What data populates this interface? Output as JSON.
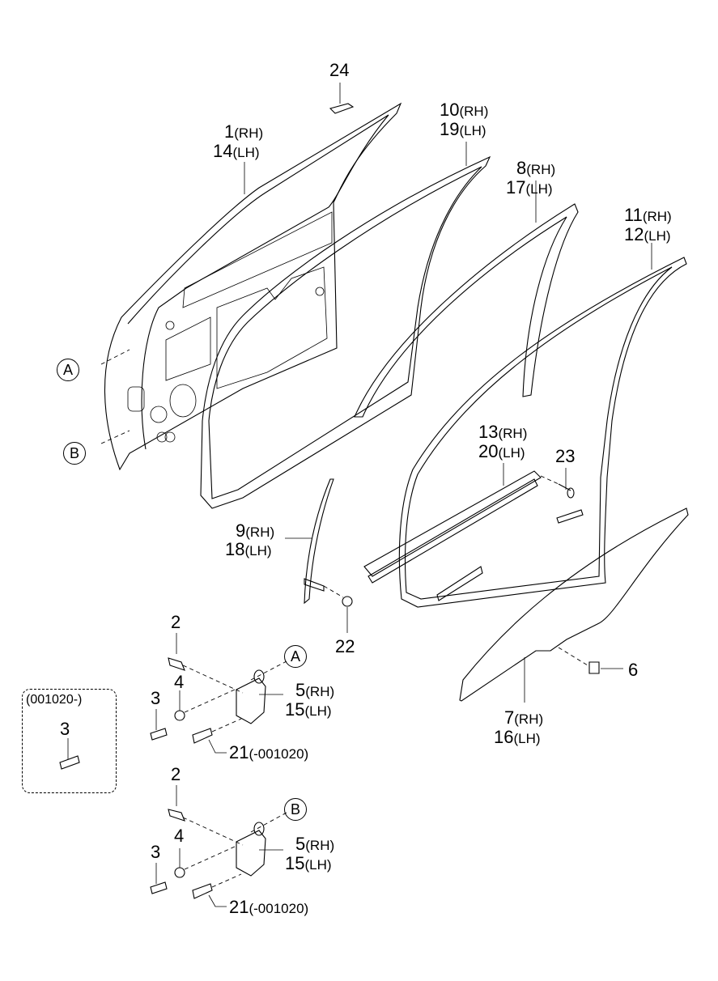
{
  "title": "Front door panel, weatherstrips, glass and hinges parts diagram",
  "callouts": [
    {
      "id": "c24",
      "num": "24",
      "suffix": ""
    },
    {
      "id": "c1",
      "num": "1",
      "suffix": "(RH)"
    },
    {
      "id": "c14",
      "num": "14",
      "suffix": "(LH)"
    },
    {
      "id": "c10",
      "num": "10",
      "suffix": "(RH)"
    },
    {
      "id": "c19",
      "num": "19",
      "suffix": "(LH)"
    },
    {
      "id": "c8",
      "num": "8",
      "suffix": "(RH)"
    },
    {
      "id": "c17",
      "num": "17",
      "suffix": "(LH)"
    },
    {
      "id": "c11",
      "num": "11",
      "suffix": "(RH)"
    },
    {
      "id": "c12",
      "num": "12",
      "suffix": "(LH)"
    },
    {
      "id": "c13",
      "num": "13",
      "suffix": "(RH)"
    },
    {
      "id": "c20",
      "num": "20",
      "suffix": "(LH)"
    },
    {
      "id": "c23",
      "num": "23",
      "suffix": ""
    },
    {
      "id": "c9",
      "num": "9",
      "suffix": "(RH)"
    },
    {
      "id": "c18",
      "num": "18",
      "suffix": "(LH)"
    },
    {
      "id": "c22",
      "num": "22",
      "suffix": ""
    },
    {
      "id": "c6",
      "num": "6",
      "suffix": ""
    },
    {
      "id": "c7",
      "num": "7",
      "suffix": "(RH)"
    },
    {
      "id": "c16",
      "num": "16",
      "suffix": "(LH)"
    },
    {
      "id": "c2a",
      "num": "2",
      "suffix": ""
    },
    {
      "id": "c4a",
      "num": "4",
      "suffix": ""
    },
    {
      "id": "c3a",
      "num": "3",
      "suffix": ""
    },
    {
      "id": "c5a",
      "num": "5",
      "suffix": "(RH)"
    },
    {
      "id": "c15a",
      "num": "15",
      "suffix": "(LH)"
    },
    {
      "id": "c21a",
      "num": "21",
      "suffix": "(-001020)"
    },
    {
      "id": "c2b",
      "num": "2",
      "suffix": ""
    },
    {
      "id": "c4b",
      "num": "4",
      "suffix": ""
    },
    {
      "id": "c3b",
      "num": "3",
      "suffix": ""
    },
    {
      "id": "c5b",
      "num": "5",
      "suffix": "(RH)"
    },
    {
      "id": "c15b",
      "num": "15",
      "suffix": "(LH)"
    },
    {
      "id": "c21b",
      "num": "21",
      "suffix": "(-001020)"
    }
  ],
  "reference_markers": {
    "a": "A",
    "b": "B"
  },
  "note_box": {
    "title": "(001020-)",
    "part": "3"
  }
}
